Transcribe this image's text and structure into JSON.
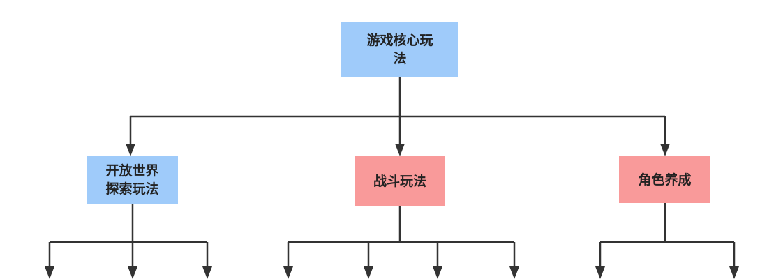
{
  "diagram": {
    "root": {
      "label": "游戏核心玩\n法",
      "fill": "#9fcbfa"
    },
    "children": [
      {
        "id": "explore",
        "label": "开放世界\n探索玩法",
        "fill": "#9fcbfa"
      },
      {
        "id": "combat",
        "label": "战斗玩法",
        "fill": "#f99a9a"
      },
      {
        "id": "growth",
        "label": "角色养成",
        "fill": "#f99a9a"
      }
    ],
    "edge_color": "#333333"
  }
}
